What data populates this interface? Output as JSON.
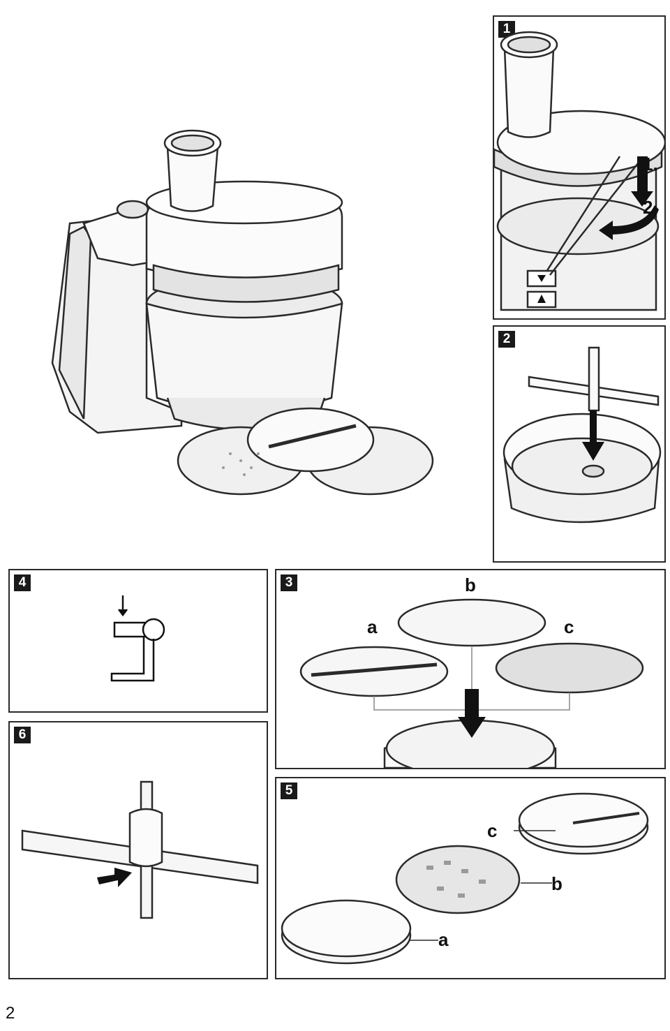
{
  "panels": {
    "p1": {
      "number": "1",
      "steps": [
        "1.",
        "2."
      ]
    },
    "p2": {
      "number": "2"
    },
    "p3": {
      "number": "3",
      "labels": {
        "a": "a",
        "b": "b",
        "c": "c"
      }
    },
    "p4": {
      "number": "4"
    },
    "p5": {
      "number": "5",
      "labels": {
        "a": "a",
        "b": "b",
        "c": "c"
      }
    },
    "p6": {
      "number": "6"
    }
  },
  "page_number": "2",
  "colors": {
    "line": "#2a2a2a",
    "fill_light": "#f2f2f2",
    "fill_mid": "#dcdcdc",
    "fill_dark": "#8a8a8a",
    "tag_bg": "#1a1a1a"
  }
}
